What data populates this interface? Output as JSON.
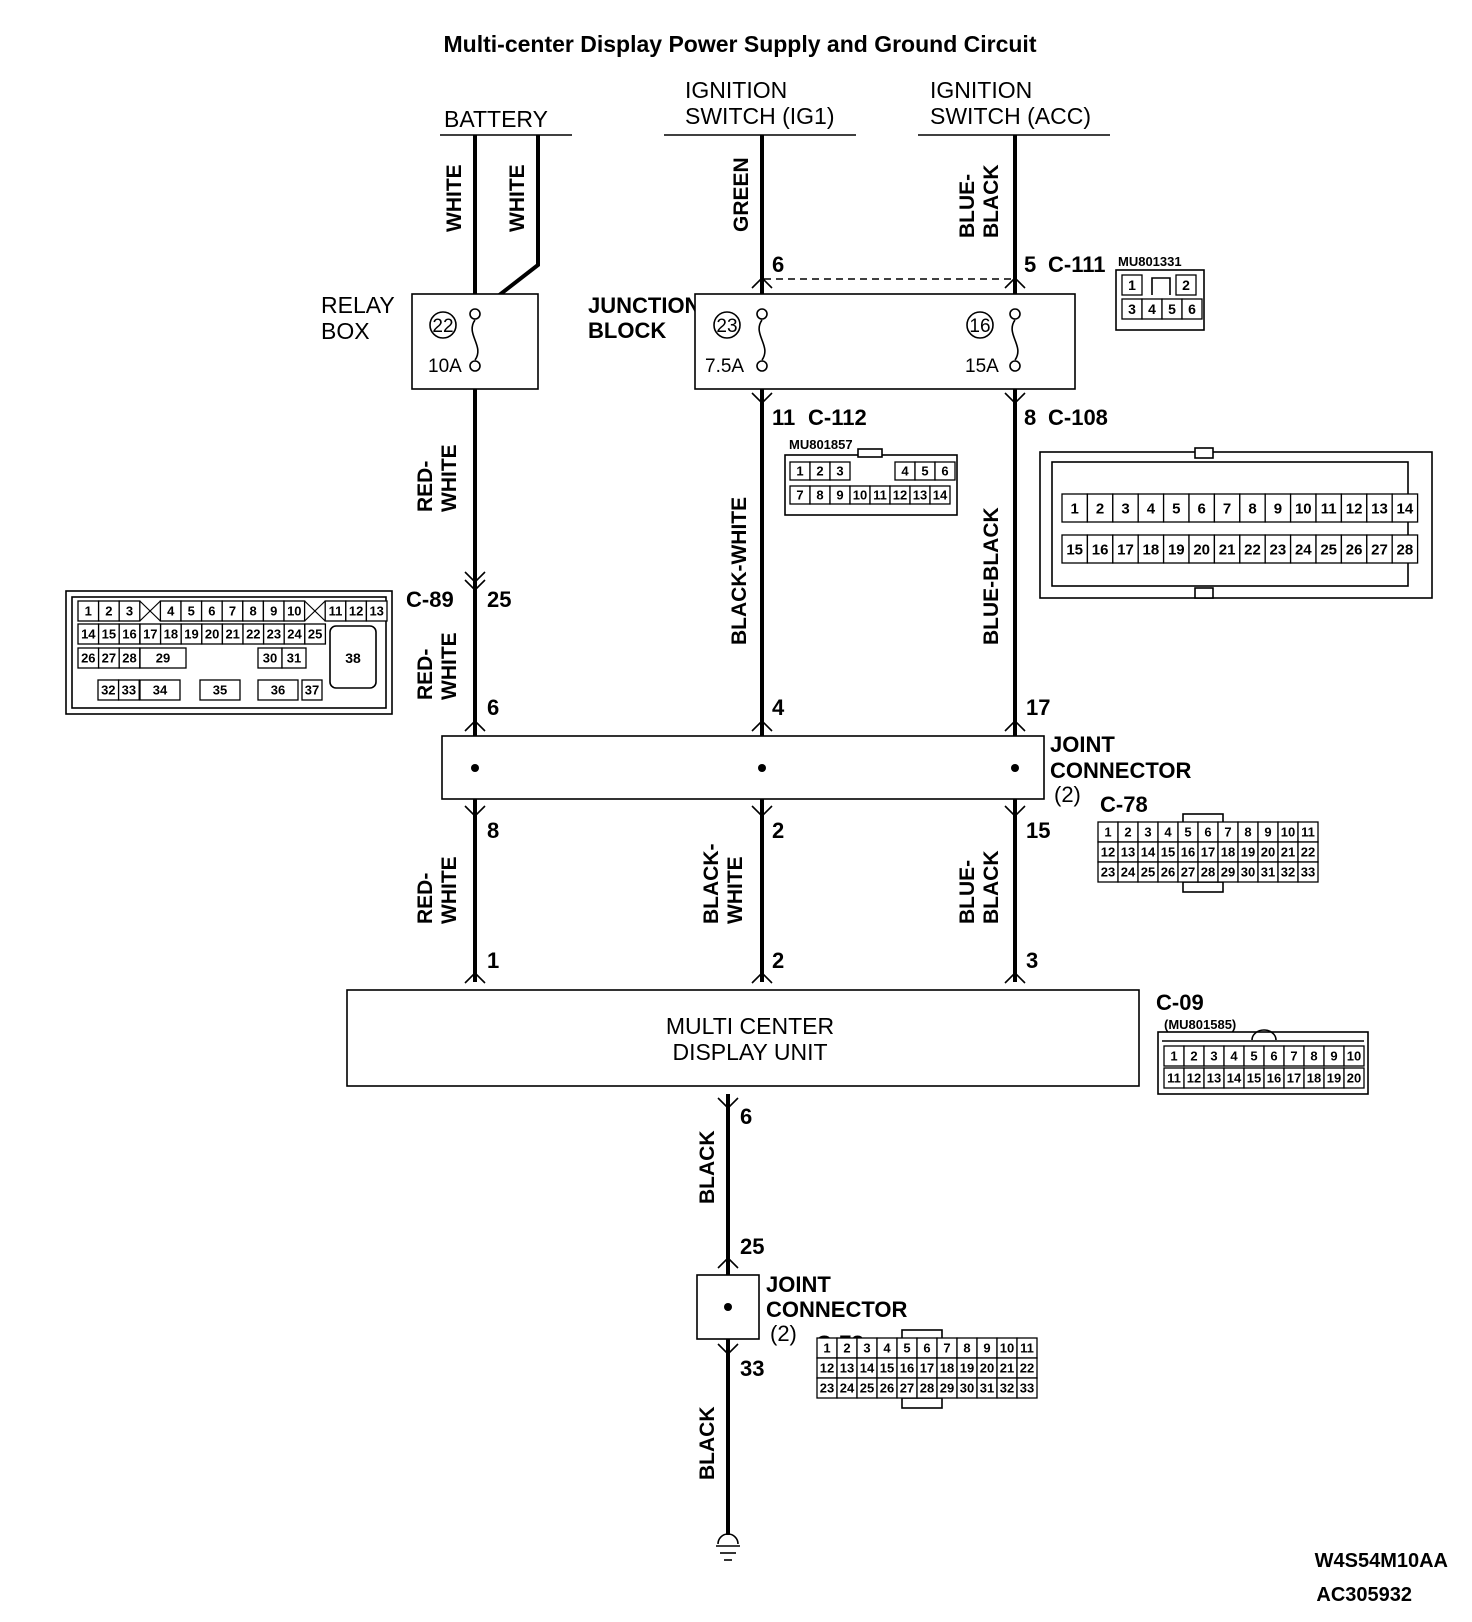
{
  "title": "Multi-center Display Power Supply and Ground Circuit",
  "sources": {
    "battery": "BATTERY",
    "ig1": [
      "IGNITION",
      "SWITCH (IG1)"
    ],
    "acc": [
      "IGNITION",
      "SWITCH (ACC)"
    ]
  },
  "wire_colors": {
    "battery_left": "WHITE",
    "battery_right": "WHITE",
    "ig1_top": "GREEN",
    "acc_top": [
      "BLUE-",
      "BLACK"
    ],
    "red_white_upper": [
      "RED-",
      "WHITE"
    ],
    "red_white_mid": [
      "RED-",
      "WHITE"
    ],
    "red_white_lower": [
      "RED-",
      "WHITE"
    ],
    "black_white_mid": "BLACK-WHITE",
    "black_white_lower": [
      "BLACK-",
      "WHITE"
    ],
    "blue_black_mid": "BLUE-BLACK",
    "blue_black_lower": [
      "BLUE-",
      "BLACK"
    ],
    "ground_upper": "BLACK",
    "ground_lower": "BLACK"
  },
  "relay_box": {
    "label": [
      "RELAY",
      "BOX"
    ],
    "fuse_number": "22",
    "fuse_rating": "10A"
  },
  "junction_block": {
    "label": [
      "JUNCTION",
      "BLOCK"
    ],
    "fuse_a_number": "23",
    "fuse_a_rating": "7.5A",
    "fuse_b_number": "16",
    "fuse_b_rating": "15A"
  },
  "pins": {
    "jb_ig1_in": "6",
    "jb_acc_in": "5",
    "c111": "C-111",
    "jb_ig1_out": "11",
    "c112": "C-112",
    "jb_acc_out": "8",
    "c108": "C-108",
    "c89": "C-89",
    "c89_pin": "25",
    "jc_in_a": "6",
    "jc_in_b": "4",
    "jc_in_c": "17",
    "jc_out_a": "8",
    "jc_out_b": "2",
    "jc_out_c": "15",
    "mcd_a": "1",
    "mcd_b": "2",
    "mcd_c": "3",
    "mcd_gnd": "6",
    "jc2_in": "25",
    "jc2_out": "33"
  },
  "joint_connector": {
    "label": [
      "JOINT",
      "CONNECTOR",
      "(2)"
    ],
    "connector": "C-78"
  },
  "joint_connector_2": {
    "label": [
      "JOINT",
      "CONNECTOR",
      "(2)"
    ],
    "connector": "C-78"
  },
  "mcd_unit": {
    "label": [
      "MULTI CENTER",
      "DISPLAY UNIT"
    ],
    "connector": "C-09",
    "part": "(MU801585)"
  },
  "connector_parts": {
    "c111_part": "MU801331",
    "c112_part": "MU801857"
  },
  "connector_grids": {
    "c111": [
      [
        "1",
        "",
        "2"
      ],
      [
        "3",
        "4",
        "5",
        "6"
      ]
    ],
    "c112": [
      [
        "1",
        "2",
        "3",
        "",
        "4",
        "5",
        "6"
      ],
      [
        "7",
        "8",
        "9",
        "10",
        "11",
        "12",
        "13",
        "14"
      ]
    ],
    "c108": [
      [
        "1",
        "2",
        "3",
        "4",
        "5",
        "6",
        "7",
        "8",
        "9",
        "10",
        "11",
        "12",
        "13",
        "14"
      ],
      [
        "15",
        "16",
        "17",
        "18",
        "19",
        "20",
        "21",
        "22",
        "23",
        "24",
        "25",
        "26",
        "27",
        "28"
      ]
    ],
    "c89": [
      [
        "1",
        "2",
        "3",
        "",
        "4",
        "5",
        "6",
        "7",
        "8",
        "9",
        "10",
        "",
        "11",
        "12",
        "13"
      ],
      [
        "14",
        "15",
        "16",
        "17",
        "18",
        "19",
        "20",
        "21",
        "22",
        "23",
        "24",
        "25"
      ],
      [
        "26",
        "27",
        "28",
        "29",
        "30",
        "31"
      ],
      [
        "32",
        "33",
        "34",
        "35",
        "36",
        "37"
      ],
      [
        "38"
      ]
    ],
    "c78": [
      [
        "1",
        "2",
        "3",
        "4",
        "5",
        "6",
        "7",
        "8",
        "9",
        "10",
        "11"
      ],
      [
        "12",
        "13",
        "14",
        "15",
        "16",
        "17",
        "18",
        "19",
        "20",
        "21",
        "22"
      ],
      [
        "23",
        "24",
        "25",
        "26",
        "27",
        "28",
        "29",
        "30",
        "31",
        "32",
        "33"
      ]
    ],
    "c09": [
      [
        "1",
        "2",
        "3",
        "4",
        "5",
        "6",
        "7",
        "8",
        "9",
        "10"
      ],
      [
        "11",
        "12",
        "13",
        "14",
        "15",
        "16",
        "17",
        "18",
        "19",
        "20"
      ]
    ]
  },
  "codes": {
    "drawing": "W4S54M10AA",
    "figure": "AC305932"
  }
}
